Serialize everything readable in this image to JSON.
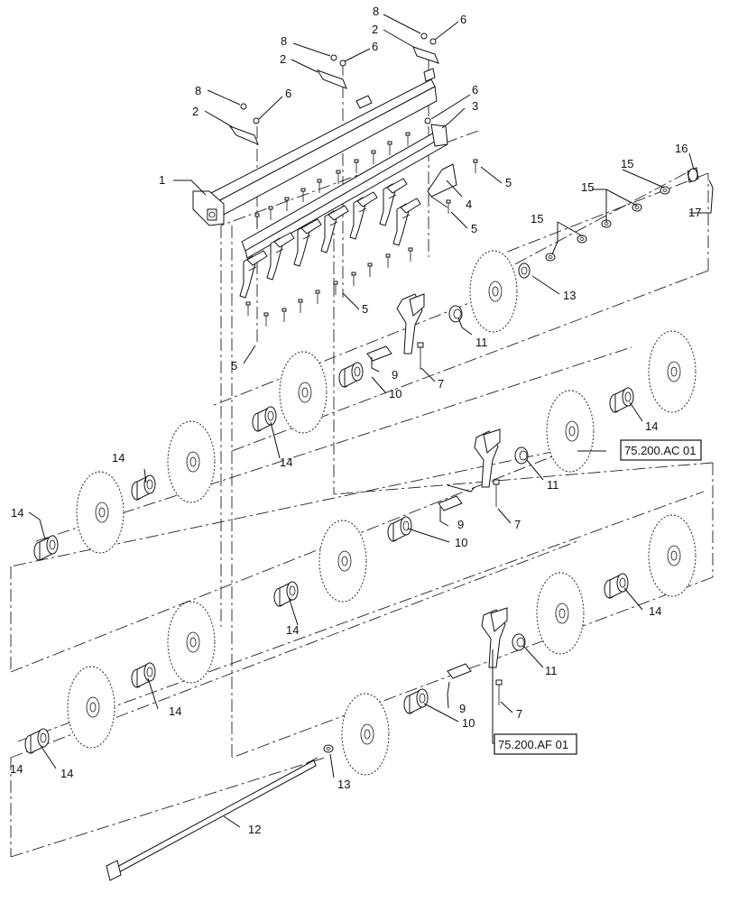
{
  "callouts": [
    {
      "label": "1"
    },
    {
      "label": "2"
    },
    {
      "label": "2"
    },
    {
      "label": "2"
    },
    {
      "label": "3"
    },
    {
      "label": "4"
    },
    {
      "label": "5"
    },
    {
      "label": "5"
    },
    {
      "label": "5"
    },
    {
      "label": "5"
    },
    {
      "label": "6"
    },
    {
      "label": "6"
    },
    {
      "label": "6"
    },
    {
      "label": "6"
    },
    {
      "label": "7"
    },
    {
      "label": "7"
    },
    {
      "label": "7"
    },
    {
      "label": "8"
    },
    {
      "label": "8"
    },
    {
      "label": "8"
    },
    {
      "label": "9"
    },
    {
      "label": "9"
    },
    {
      "label": "9"
    },
    {
      "label": "10"
    },
    {
      "label": "10"
    },
    {
      "label": "10"
    },
    {
      "label": "11"
    },
    {
      "label": "11"
    },
    {
      "label": "11"
    },
    {
      "label": "12"
    },
    {
      "label": "13"
    },
    {
      "label": "13"
    },
    {
      "label": "14"
    },
    {
      "label": "14"
    },
    {
      "label": "14"
    },
    {
      "label": "14"
    },
    {
      "label": "14"
    },
    {
      "label": "14"
    },
    {
      "label": "14"
    },
    {
      "label": "14"
    },
    {
      "label": "14"
    },
    {
      "label": "15"
    },
    {
      "label": "15"
    },
    {
      "label": "15"
    },
    {
      "label": "16"
    },
    {
      "label": "17"
    }
  ],
  "references": [
    {
      "label": "75.200.AC 01"
    },
    {
      "label": "75.200.AF 01"
    }
  ]
}
